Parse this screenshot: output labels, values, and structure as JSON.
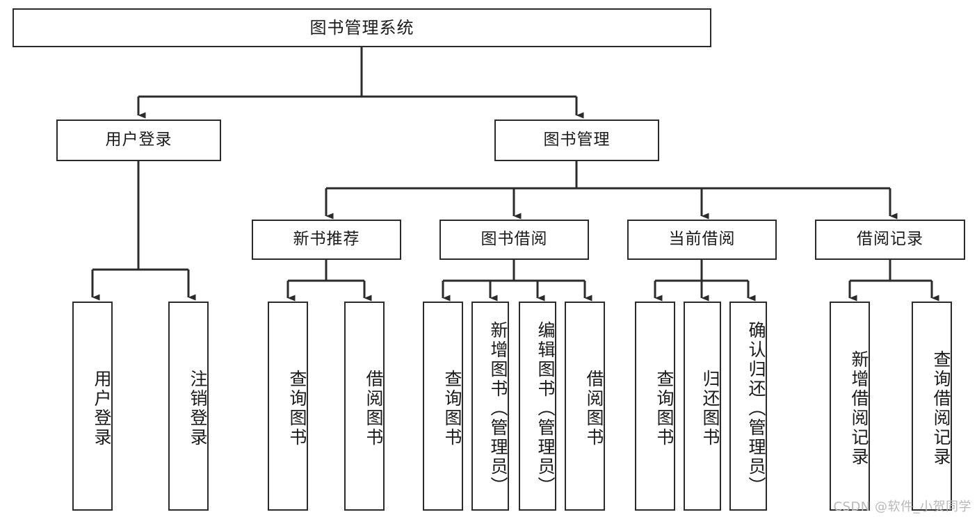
{
  "diagram": {
    "title": "图书管理系统",
    "type": "tree",
    "colors": {
      "box_border": "#2b2b2b",
      "box_fill": "#ffffff",
      "edge": "#2b2b2b",
      "text": "#1a1a1a",
      "watermark": "#b8b8b8"
    },
    "nodes": {
      "root": {
        "label": "图书管理系统"
      },
      "level2": [
        {
          "id": "user-login",
          "label": "用户登录"
        },
        {
          "id": "book-management",
          "label": "图书管理"
        }
      ],
      "level3": [
        {
          "id": "new-book-recommend",
          "label": "新书推荐"
        },
        {
          "id": "book-borrow",
          "label": "图书借阅"
        },
        {
          "id": "current-borrow",
          "label": "当前借阅"
        },
        {
          "id": "borrow-record",
          "label": "借阅记录"
        }
      ],
      "leaves": {
        "user_login": [
          {
            "id": "leaf-user-login",
            "label": "用户登录"
          },
          {
            "id": "leaf-logout-login",
            "label": "注销登录"
          }
        ],
        "new_book_recommend": [
          {
            "id": "leaf-query-book-1",
            "label": "查询图书"
          },
          {
            "id": "leaf-borrow-book-1",
            "label": "借阅图书"
          }
        ],
        "book_borrow": [
          {
            "id": "leaf-query-book-2",
            "label": "查询图书"
          },
          {
            "id": "leaf-add-book",
            "label": "新增图书（管理员）"
          },
          {
            "id": "leaf-edit-book",
            "label": "编辑图书（管理员）"
          },
          {
            "id": "leaf-borrow-book-2",
            "label": "借阅图书"
          }
        ],
        "current_borrow": [
          {
            "id": "leaf-query-book-3",
            "label": "查询图书"
          },
          {
            "id": "leaf-return-book",
            "label": "归还图书"
          },
          {
            "id": "leaf-confirm-return",
            "label": "确认归还（管理员）"
          }
        ],
        "borrow_record": [
          {
            "id": "leaf-add-borrow-record",
            "label": "新增借阅记录"
          },
          {
            "id": "leaf-query-borrow-record",
            "label": "查询借阅记录"
          }
        ]
      }
    },
    "watermark": "CSDN @软件_小贺同学"
  }
}
